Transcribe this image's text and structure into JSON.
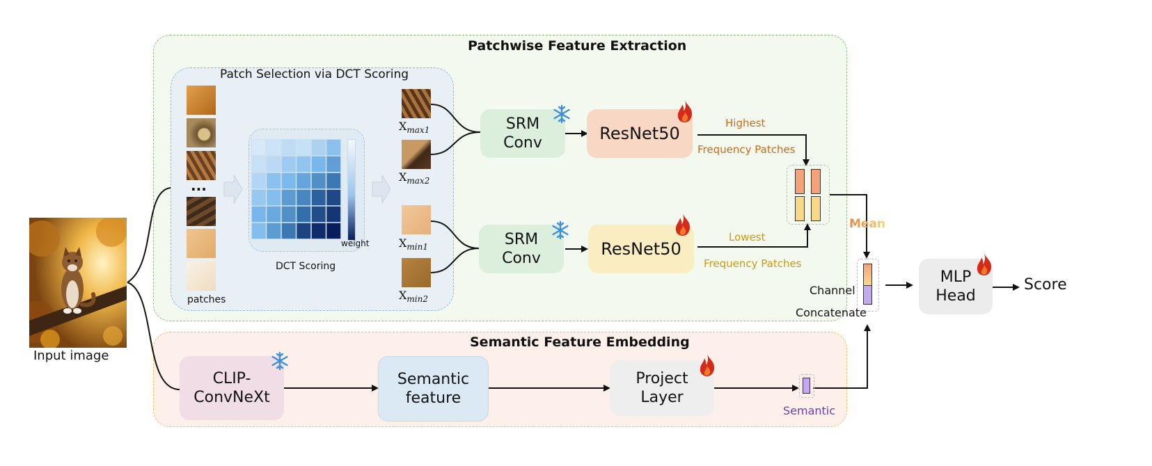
{
  "input": {
    "label": "Input image"
  },
  "patchwise": {
    "title": "Patchwise Feature Extraction",
    "selection": {
      "title": "Patch Selection via DCT Scoring",
      "patches_label": "patches",
      "ellipsis": "...",
      "dct_label": "DCT Scoring",
      "weight_label": "weight",
      "selected": [
        {
          "base": "X",
          "sub": "max1"
        },
        {
          "base": "X",
          "sub": "max2"
        },
        {
          "base": "X",
          "sub": "min1"
        },
        {
          "base": "X",
          "sub": "min2"
        }
      ]
    },
    "branch_high": {
      "srm": "SRM\nConv",
      "resnet": "ResNet50",
      "note_line1": "Highest",
      "note_line2": "Frequency Patches"
    },
    "branch_low": {
      "srm": "SRM\nConv",
      "resnet": "ResNet50",
      "note_line1": "Lowest",
      "note_line2": "Frequency Patches"
    },
    "mean_label": "Mean"
  },
  "fusion": {
    "line1": "Channel",
    "line2": "Concatenate"
  },
  "mlp": {
    "label": "MLP\nHead"
  },
  "output": {
    "label": "Score"
  },
  "semantic": {
    "title": "Semantic Feature Embedding",
    "clip": "CLIP-\nConvNeXt",
    "feature": "Semantic\nfeature",
    "project": "Project\nLayer",
    "token_label": "Semantic"
  },
  "icons": {
    "frozen": "snowflake-icon",
    "trainable": "flame-icon"
  },
  "colors": {
    "patch_region_border": "#8cc07a",
    "patch_region_fill": "#f4f9ef",
    "dct_region_border": "#8fb6e0",
    "dct_region_fill": "#e9f0f5",
    "semantic_region_border": "#f0c35a",
    "semantic_region_fill": "#fdf0ea",
    "srm_fill": "#dcefdc",
    "resnet_high_fill": "#f8d8c4",
    "resnet_low_fill": "#fbedc2",
    "clip_fill": "#f1dde6",
    "feature_fill": "#dbe9f5",
    "project_fill": "#eeeeee",
    "mlp_fill": "#ececec",
    "highest_text": "#c86a1e",
    "lowest_text": "#c99b10",
    "semantic_text": "#6a3fb0",
    "token_orange": "#f4a27a",
    "token_yellow": "#f8d98a",
    "token_purple": "#c5a9ef"
  },
  "dct_matrix": [
    [
      0.05,
      0.08,
      0.12,
      0.1,
      0.18,
      0.28
    ],
    [
      0.1,
      0.14,
      0.22,
      0.26,
      0.34,
      0.45
    ],
    [
      0.16,
      0.28,
      0.32,
      0.42,
      0.52,
      0.62
    ],
    [
      0.24,
      0.3,
      0.46,
      0.56,
      0.72,
      0.82
    ],
    [
      0.34,
      0.4,
      0.52,
      0.66,
      0.8,
      0.9
    ],
    [
      0.3,
      0.46,
      0.62,
      0.84,
      0.94,
      1.0
    ]
  ]
}
